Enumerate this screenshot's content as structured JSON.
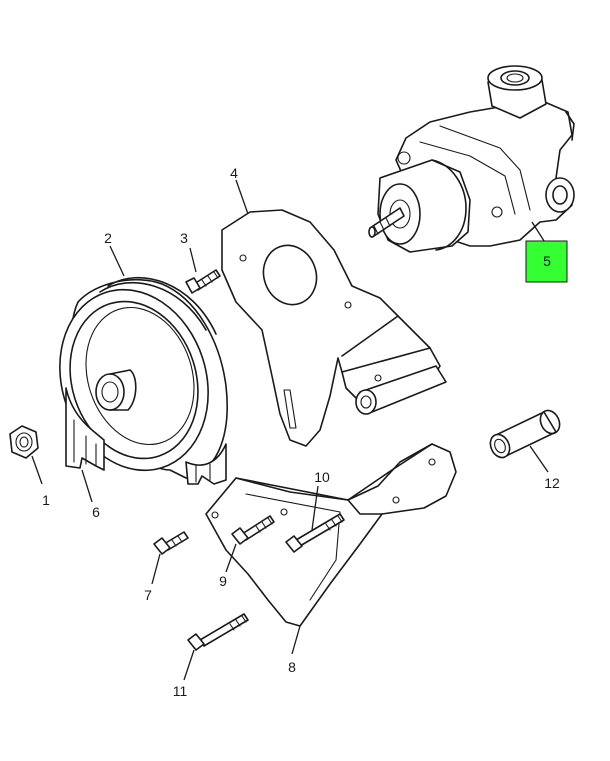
{
  "diagram": {
    "highlight_color": "#33ff33",
    "callouts": [
      {
        "id": "1",
        "label": "1"
      },
      {
        "id": "2",
        "label": "2"
      },
      {
        "id": "3",
        "label": "3"
      },
      {
        "id": "4",
        "label": "4"
      },
      {
        "id": "5",
        "label": "5",
        "highlighted": true
      },
      {
        "id": "6",
        "label": "6"
      },
      {
        "id": "7",
        "label": "7"
      },
      {
        "id": "8",
        "label": "8"
      },
      {
        "id": "9",
        "label": "9"
      },
      {
        "id": "10",
        "label": "10"
      },
      {
        "id": "11",
        "label": "11"
      },
      {
        "id": "12",
        "label": "12"
      }
    ]
  }
}
